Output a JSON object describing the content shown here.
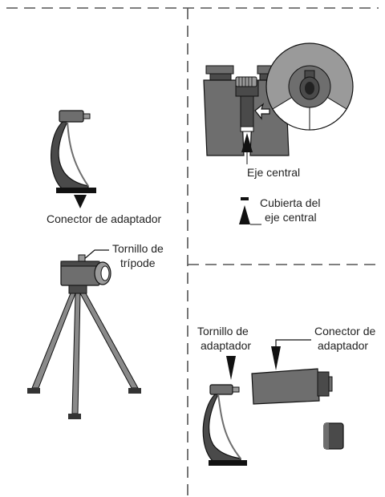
{
  "labels": {
    "adapter_connector_left": "Conector de adaptador",
    "tripod_screw_line1": "Tornillo de",
    "tripod_screw_line2": "trípode",
    "center_axis": "Eje central",
    "axis_cover_line1": "Cubierta del",
    "axis_cover_line2": "eje central",
    "adapter_screw_line1": "Tornillo de",
    "adapter_screw_line2": "adaptador",
    "adapter_connector_right_line1": "Conector de",
    "adapter_connector_right_line2": "adaptador"
  },
  "colors": {
    "dark_part": "#4a4a4a",
    "mid_part": "#6e6e6e",
    "light_part": "#9a9a9a",
    "tripod_leg": "#8a8a8a",
    "black": "#111111",
    "dash_line": "#555555"
  },
  "icons": [
    "binoculars-icon",
    "tripod-icon",
    "adapter-bracket-icon",
    "camera-icon",
    "eyepiece-cap-icon",
    "magnified-hinge-icon",
    "pointer-arrow-icon"
  ]
}
